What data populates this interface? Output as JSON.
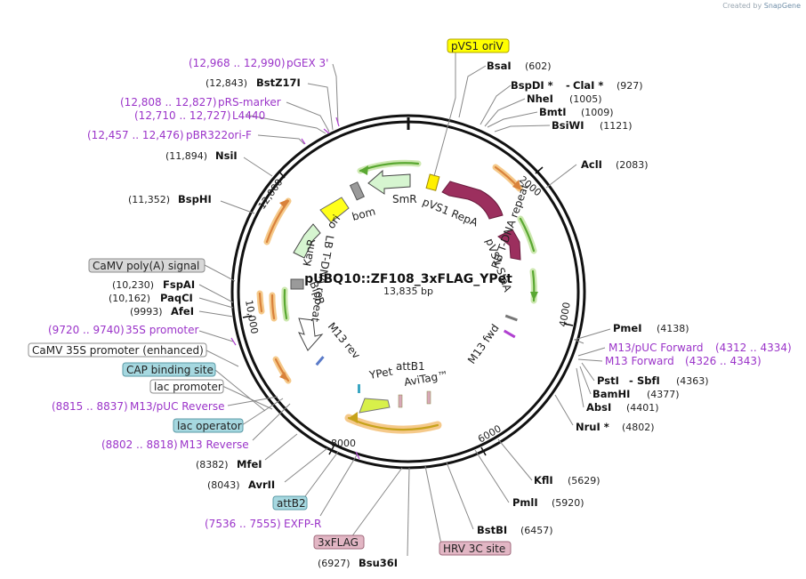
{
  "credit": {
    "prefix": "Created by",
    "brand": "SnapGene"
  },
  "plasmid": {
    "name": "pUBQ10::ZF108_3xFLAG_YPet",
    "size_label": "13,835 bp",
    "length": 13835
  },
  "ticks": [
    "2000",
    "4000",
    "6000",
    "8000",
    "10,000",
    "12,000"
  ],
  "enzymes": [
    {
      "id": "bsai",
      "name": "BsaI",
      "pos": "(602)"
    },
    {
      "id": "bspdi",
      "name": "BspDI *",
      "name2": "ClaI *",
      "pos": "(927)"
    },
    {
      "id": "nhei",
      "name": "NheI",
      "pos": "(1005)"
    },
    {
      "id": "bmti",
      "name": "BmtI",
      "pos": "(1009)"
    },
    {
      "id": "bsiwi",
      "name": "BsiWI",
      "pos": "(1121)"
    },
    {
      "id": "acli",
      "name": "AclI",
      "pos": "(2083)"
    },
    {
      "id": "pmei",
      "name": "PmeI",
      "pos": "(4138)"
    },
    {
      "id": "psti",
      "name": "PstI",
      "name2": "SbfI",
      "pos": "(4363)"
    },
    {
      "id": "bamhi",
      "name": "BamHI",
      "pos": "(4377)"
    },
    {
      "id": "absi",
      "name": "AbsI",
      "pos": "(4401)"
    },
    {
      "id": "nrui",
      "name": "NruI *",
      "pos": "(4802)"
    },
    {
      "id": "kfli",
      "name": "KflI",
      "pos": "(5629)"
    },
    {
      "id": "pmli",
      "name": "PmlI",
      "pos": "(5920)"
    },
    {
      "id": "bstbi",
      "name": "BstBI",
      "pos": "(6457)"
    },
    {
      "id": "bsu36i",
      "name": "Bsu36I",
      "pos": "(6927)"
    },
    {
      "id": "avrii",
      "name": "AvrII",
      "pos": "(8043)"
    },
    {
      "id": "mfei",
      "name": "MfeI",
      "pos": "(8382)"
    },
    {
      "id": "afei",
      "name": "AfeI",
      "pos": "(9993)"
    },
    {
      "id": "paqci",
      "name": "PaqCI",
      "pos": "(10,162)"
    },
    {
      "id": "fspai",
      "name": "FspAI",
      "pos": "(10,230)"
    },
    {
      "id": "bsphi",
      "name": "BspHI",
      "pos": "(11,352)"
    },
    {
      "id": "nsii",
      "name": "NsiI",
      "pos": "(11,894)"
    },
    {
      "id": "bstz17i",
      "name": "BstZ17I",
      "pos": "(12,843)"
    }
  ],
  "primers": [
    {
      "id": "m13puc-fwd",
      "name": "M13/pUC Forward",
      "range": "(4312 .. 4334)"
    },
    {
      "id": "m13-fwd",
      "name": "M13 Forward",
      "range": "(4326 .. 4343)"
    },
    {
      "id": "exfp-r",
      "name": "EXFP-R",
      "range": "(7536 .. 7555)"
    },
    {
      "id": "m13-rev",
      "name": "M13 Reverse",
      "range": "(8802 .. 8818)"
    },
    {
      "id": "m13puc-rev",
      "name": "M13/pUC Reverse",
      "range": "(8815 .. 8837)"
    },
    {
      "id": "35s",
      "name": "35S promoter",
      "range": "(9720 .. 9740)"
    },
    {
      "id": "pbr322",
      "name": "pBR322ori-F",
      "range": "(12,457 .. 12,476)"
    },
    {
      "id": "l4440",
      "name": "L4440",
      "range": "(12,710 .. 12,727)"
    },
    {
      "id": "prs",
      "name": "pRS-marker",
      "range": "(12,808 .. 12,827)"
    },
    {
      "id": "pgex",
      "name": "pGEX 3'",
      "range": "(12,968 .. 12,990)"
    }
  ],
  "feature_boxes": [
    {
      "id": "pvs1-oriv",
      "label": "pVS1 oriV",
      "fill": "#ffff00",
      "stroke": "#b0a400"
    },
    {
      "id": "camv-polya",
      "label": "CaMV poly(A) signal",
      "fill": "#d8d8d8",
      "stroke": "#8c8c8c"
    },
    {
      "id": "camv-35s",
      "label": "CaMV 35S promoter (enhanced)",
      "fill": "#ffffff",
      "stroke": "#8c8c8c"
    },
    {
      "id": "cap",
      "label": "CAP binding site",
      "fill": "#a6d8e0",
      "stroke": "#5a9aa6"
    },
    {
      "id": "lac-prom",
      "label": "lac promoter",
      "fill": "#ffffff",
      "stroke": "#8c8c8c"
    },
    {
      "id": "lac-op",
      "label": "lac operator",
      "fill": "#a6d8e0",
      "stroke": "#5a9aa6"
    },
    {
      "id": "attb2",
      "label": "attB2",
      "fill": "#a6d8e0",
      "stroke": "#5a9aa6"
    },
    {
      "id": "3xflag",
      "label": "3xFLAG",
      "fill": "#e2b6c4",
      "stroke": "#a06a7c"
    },
    {
      "id": "hrv3c",
      "label": "HRV 3C site",
      "fill": "#e2b6c4",
      "stroke": "#a06a7c"
    }
  ],
  "inner_features": [
    {
      "id": "smr",
      "label": "SmR"
    },
    {
      "id": "bom",
      "label": "bom"
    },
    {
      "id": "ori",
      "label": "ori"
    },
    {
      "id": "pvs1-repa",
      "label": "pVS1 RepA"
    },
    {
      "id": "pvs1-staa",
      "label": "pVS1 StaA"
    },
    {
      "id": "kanr",
      "label": "KanR"
    },
    {
      "id": "lb-tdna",
      "label": "LB T-DNA repeat"
    },
    {
      "id": "rb-tdna",
      "label": "RB T-DNA repeat"
    },
    {
      "id": "m13-fwd-in",
      "label": "M13 fwd"
    },
    {
      "id": "bipr",
      "label": "BlpR"
    },
    {
      "id": "m13-rev-in",
      "label": "M13 rev"
    },
    {
      "id": "attb1",
      "label": "attB1"
    },
    {
      "id": "ypet",
      "label": "YPet"
    },
    {
      "id": "avitag",
      "label": "AviTag™"
    }
  ]
}
